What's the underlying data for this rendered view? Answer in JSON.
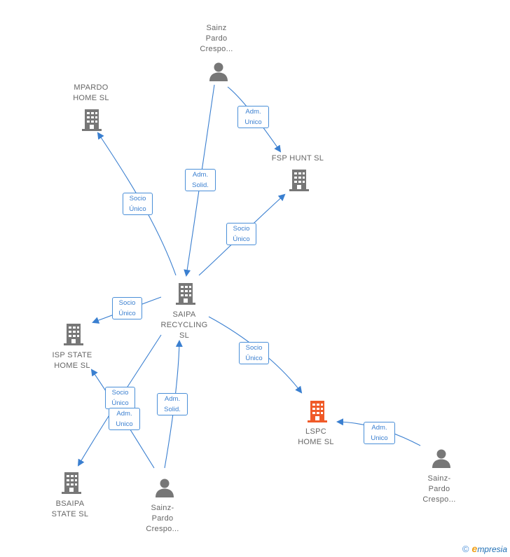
{
  "nodes": {
    "sainz_top": {
      "lines": [
        "Sainz",
        "Pardo",
        "Crespo..."
      ],
      "type": "person"
    },
    "mpardo": {
      "lines": [
        "MPARDO",
        "HOME  SL"
      ],
      "type": "company"
    },
    "fsp": {
      "lines": [
        "FSP HUNT  SL"
      ],
      "type": "company"
    },
    "saipa": {
      "lines": [
        "SAIPA",
        "RECYCLING",
        "SL"
      ],
      "type": "company"
    },
    "isp": {
      "lines": [
        "ISP STATE",
        "HOME  SL"
      ],
      "type": "company"
    },
    "lspc": {
      "lines": [
        "LSPC",
        "HOME  SL"
      ],
      "type": "company-highlight"
    },
    "bsaipa": {
      "lines": [
        "BSAIPA",
        "STATE  SL"
      ],
      "type": "company"
    },
    "sainz_bottom": {
      "lines": [
        "Sainz-",
        "Pardo",
        "Crespo..."
      ],
      "type": "person"
    },
    "sainz_right": {
      "lines": [
        "Sainz-",
        "Pardo",
        "Crespo..."
      ],
      "type": "person"
    }
  },
  "edges": {
    "sainz_top_fsp": [
      "Adm.",
      "Unico"
    ],
    "sainz_top_saipa": [
      "Adm.",
      "Solid."
    ],
    "saipa_mpardo": [
      "Socio",
      "Único"
    ],
    "saipa_fsp": [
      "Socio",
      "Único"
    ],
    "saipa_isp": [
      "Socio",
      "Único"
    ],
    "saipa_lspc": [
      "Socio",
      "Único"
    ],
    "saipa_bsaipa": [
      "Socio",
      "Único"
    ],
    "sainz_bottom_isp": [
      "Adm.",
      "Unico"
    ],
    "sainz_bottom_saipa": [
      "Adm.",
      "Solid."
    ],
    "sainz_right_lspc": [
      "Adm.",
      "Unico"
    ]
  },
  "colors": {
    "edge": "#3a7fd0",
    "icon": "#777777",
    "highlight": "#f05a28"
  },
  "footer": {
    "copyright": "©",
    "brand_initial": "e",
    "brand_rest": "mpresia"
  }
}
